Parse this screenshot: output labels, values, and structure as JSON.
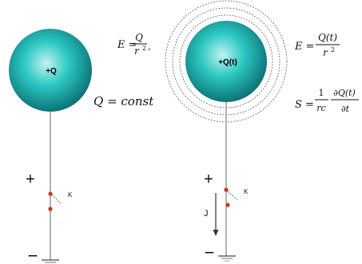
{
  "left": {
    "sphere_label": "+Q",
    "eq1_lhs": "E =",
    "eq1_num": "Q",
    "eq1_den": "r",
    "eq1_den_exp": "2",
    "eq1_trail": ",",
    "eq2": "Q = const",
    "plus": "+",
    "minus": "−",
    "switch_label": "K"
  },
  "right": {
    "sphere_label": "+Q(t)",
    "eq1_lhs": "E =",
    "eq1_num": "Q(t)",
    "eq1_den": "r",
    "eq1_den_exp": "2",
    "eq2_lhs": "S =",
    "eq2_num": "1",
    "eq2_den": "rc",
    "eq2_dnum": "∂Q(t)",
    "eq2_dden": "∂t",
    "plus": "+",
    "minus": "−",
    "switch_label": "K",
    "current_label": "J"
  },
  "colors": {
    "sphere_center": "#bff3f0",
    "sphere_mid": "#2cc7c2",
    "sphere_edge": "#0a6f73",
    "wire": "#888888",
    "contact": "#c0392b"
  }
}
